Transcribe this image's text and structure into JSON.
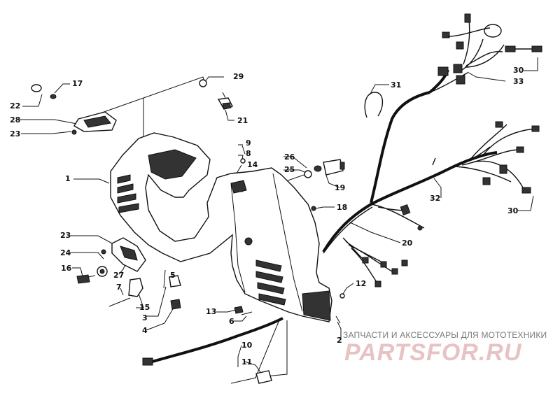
{
  "callouts": [
    {
      "id": "c1",
      "text": "1"
    },
    {
      "id": "c2",
      "text": "2"
    },
    {
      "id": "c3",
      "text": "3"
    },
    {
      "id": "c4",
      "text": "4"
    },
    {
      "id": "c5",
      "text": "5"
    },
    {
      "id": "c6",
      "text": "6"
    },
    {
      "id": "c7",
      "text": "7"
    },
    {
      "id": "c8",
      "text": "8"
    },
    {
      "id": "c9",
      "text": "9"
    },
    {
      "id": "c10",
      "text": "10"
    },
    {
      "id": "c11",
      "text": "11"
    },
    {
      "id": "c12",
      "text": "12"
    },
    {
      "id": "c13",
      "text": "13"
    },
    {
      "id": "c14",
      "text": "14"
    },
    {
      "id": "c15",
      "text": "15"
    },
    {
      "id": "c16",
      "text": "16"
    },
    {
      "id": "c17",
      "text": "17"
    },
    {
      "id": "c18",
      "text": "18"
    },
    {
      "id": "c19",
      "text": "19"
    },
    {
      "id": "c20",
      "text": "20"
    },
    {
      "id": "c21",
      "text": "21"
    },
    {
      "id": "c22",
      "text": "22"
    },
    {
      "id": "c23a",
      "text": "23"
    },
    {
      "id": "c23b",
      "text": "23"
    },
    {
      "id": "c24",
      "text": "24"
    },
    {
      "id": "c25",
      "text": "25"
    },
    {
      "id": "c26",
      "text": "26"
    },
    {
      "id": "c27",
      "text": "27"
    },
    {
      "id": "c28",
      "text": "28"
    },
    {
      "id": "c29",
      "text": "29"
    },
    {
      "id": "c30a",
      "text": "30"
    },
    {
      "id": "c30b",
      "text": "30"
    },
    {
      "id": "c31",
      "text": "31"
    },
    {
      "id": "c32",
      "text": "32"
    },
    {
      "id": "c33",
      "text": "33"
    }
  ],
  "watermark": {
    "line1": "ЗАПЧАСТИ И АКСЕССУАРЫ ДЛЯ МОТОТЕХНИКИ",
    "line2": "PARTSFOR.RU"
  },
  "colors": {
    "ink": "#111111",
    "background": "#ffffff",
    "watermark_pink": "#e7c3c4",
    "watermark_gray": "#7a7a7a"
  }
}
